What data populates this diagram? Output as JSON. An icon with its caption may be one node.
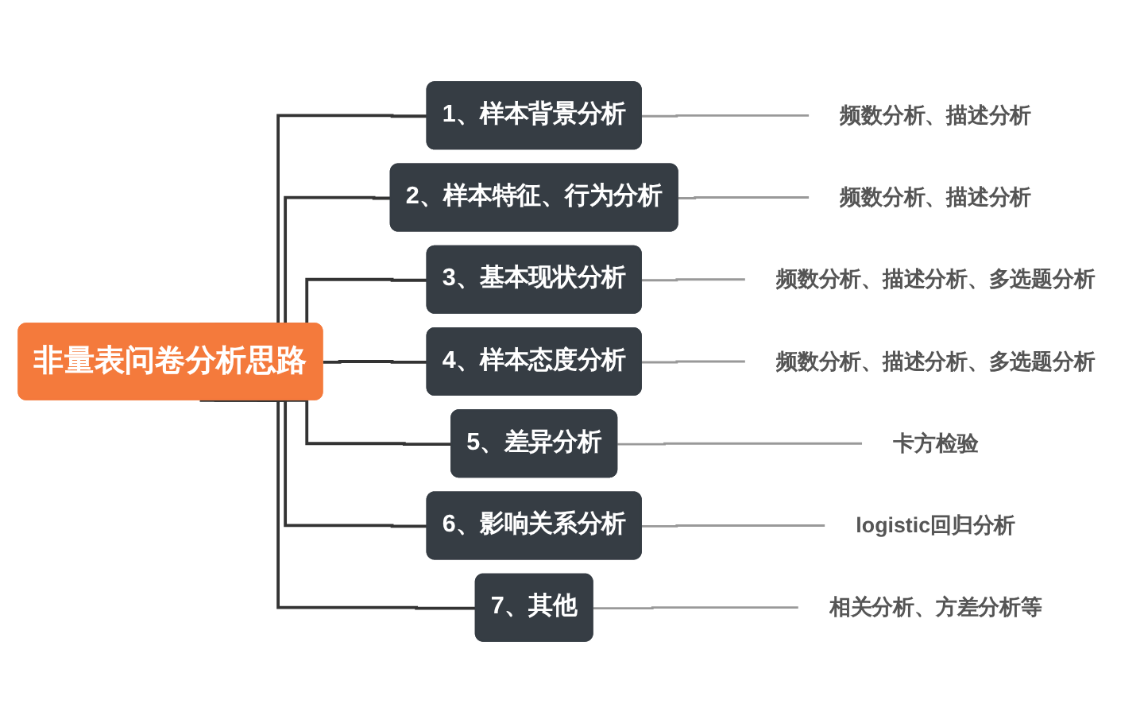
{
  "diagram": {
    "nodes": [
      {
        "text": [
          "非量表问卷分析思路"
        ]
      },
      {
        "text": [
          "1、样本背景分析"
        ]
      },
      {
        "text": [
          "频数分析、描述分析"
        ]
      },
      {
        "text": [
          "2、样本特征、行为分析"
        ]
      },
      {
        "text": [
          "频数分析、描述分析"
        ]
      },
      {
        "text": [
          "3、基本现状分析"
        ]
      },
      {
        "text": [
          "频数分析、描述分析、多选题分析"
        ]
      },
      {
        "text": [
          "4、样本态度分析"
        ]
      },
      {
        "text": [
          "频数分析、描述分析、多选题分析"
        ]
      },
      {
        "text": [
          "5、差异分析"
        ]
      },
      {
        "text": [
          "卡方检验"
        ]
      },
      {
        "text": [
          "6、影响关系分析"
        ]
      },
      {
        "text": [
          "logistic回归分析"
        ]
      },
      {
        "text": [
          "7、其他"
        ]
      },
      {
        "text": [
          "相关分析、方差分析等"
        ]
      }
    ],
    "edges": [
      {
        "from": 0,
        "to": 1,
        "arrow": "none"
      },
      {
        "from": 1,
        "to": 2,
        "arrow": "none",
        "color": "#999999"
      },
      {
        "from": 0,
        "to": 3,
        "arrow": "none"
      },
      {
        "from": 3,
        "to": 4,
        "arrow": "none",
        "color": "#999999"
      },
      {
        "from": 0,
        "to": 5,
        "arrow": "none"
      },
      {
        "from": 5,
        "to": 6,
        "arrow": "none",
        "color": "#999999"
      },
      {
        "from": 0,
        "to": 7,
        "arrow": "none"
      },
      {
        "from": 7,
        "to": 8,
        "arrow": "none",
        "color": "#999999"
      },
      {
        "from": 0,
        "to": 9,
        "arrow": "none"
      },
      {
        "from": 9,
        "to": 10,
        "arrow": "none",
        "color": "#999999"
      },
      {
        "from": 0,
        "to": 11,
        "arrow": "none"
      },
      {
        "from": 11,
        "to": 12,
        "arrow": "none",
        "color": "#999999"
      },
      {
        "from": 0,
        "to": 13,
        "arrow": "none"
      },
      {
        "from": 13,
        "to": 14,
        "arrow": "none",
        "color": "#999999"
      }
    ]
  }
}
